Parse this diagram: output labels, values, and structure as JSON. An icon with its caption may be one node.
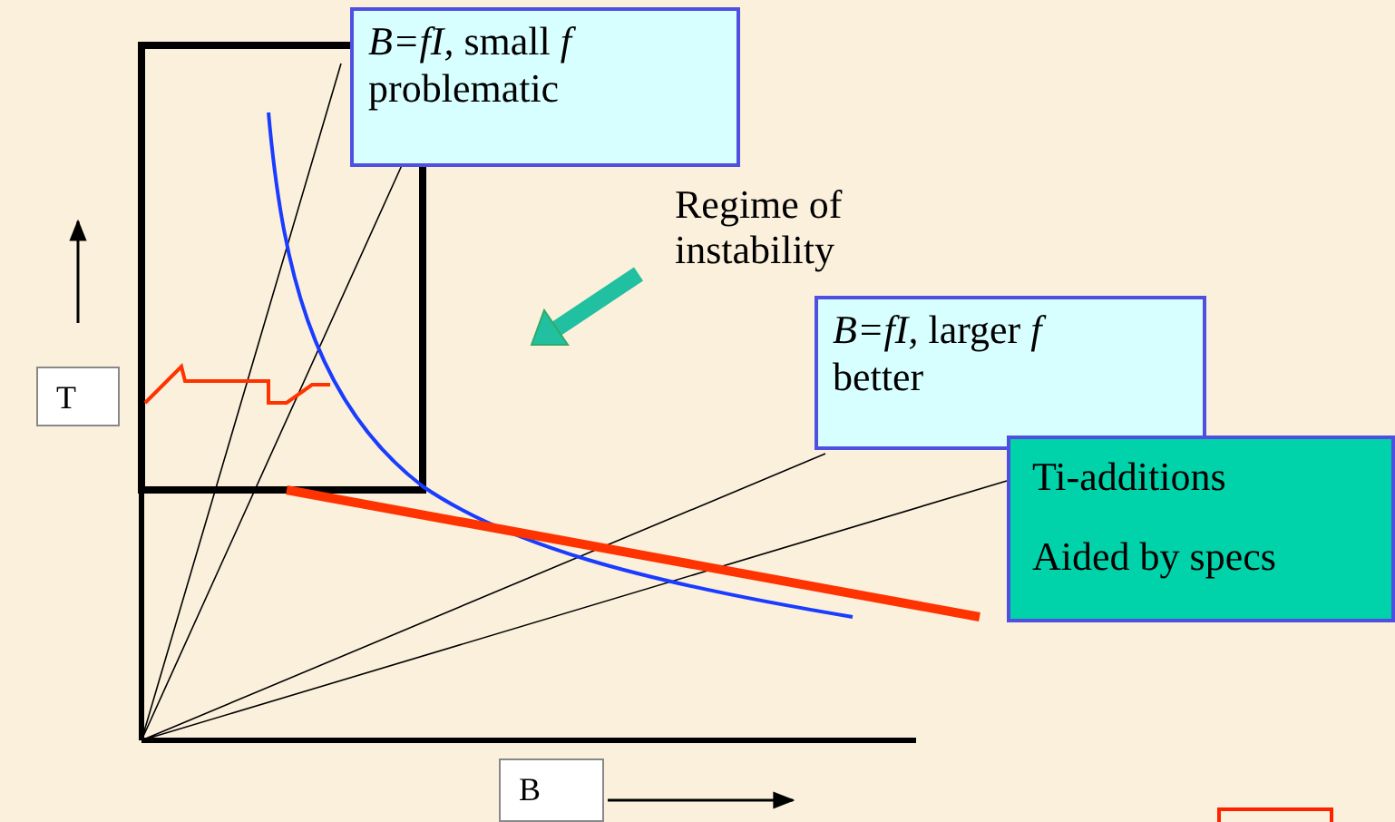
{
  "diagram": {
    "nodes": [
      {
        "text": [
          "*B=fI,* small *f* problematic"
        ]
      },
      {
        "text": [
          "Regime of instability"
        ]
      },
      {
        "text": [
          "*B=fI,* larger *f* better"
        ]
      },
      {
        "text": [
          "Ti-additions",
          "Aided by specs"
        ]
      },
      {
        "text": [
          "T"
        ]
      },
      {
        "text": [
          "B"
        ]
      }
    ]
  }
}
